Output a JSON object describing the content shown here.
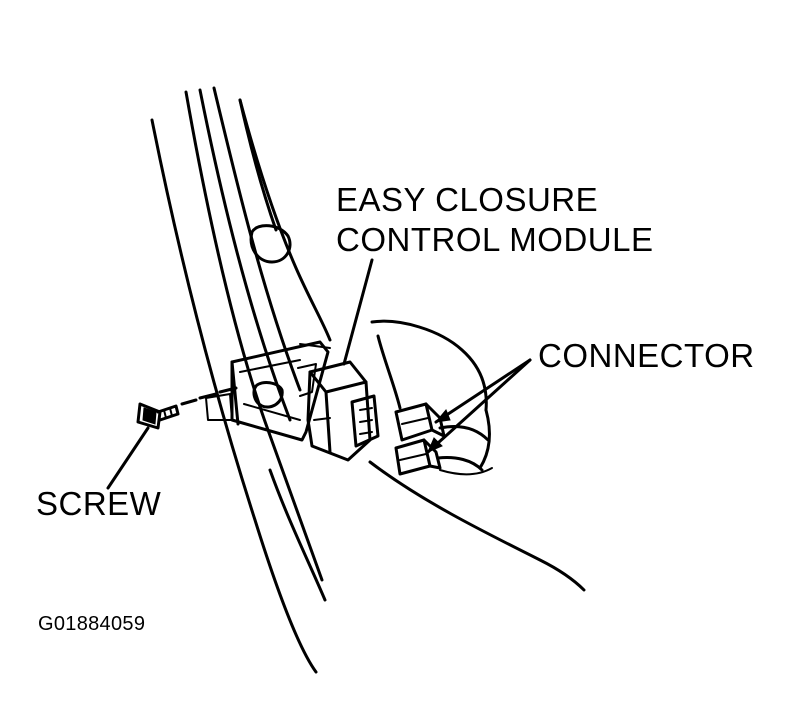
{
  "labels": {
    "module_line1": "EASY CLOSURE",
    "module_line2": "CONTROL MODULE",
    "connector": "CONNECTOR",
    "screw": "SCREW",
    "figure_code": "G01884059"
  },
  "colors": {
    "ink": "#000000",
    "paper": "#ffffff"
  }
}
